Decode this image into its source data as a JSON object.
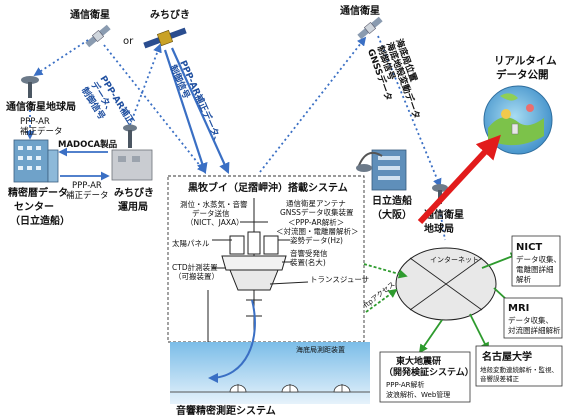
{
  "sats": {
    "left_comm": "通信衛星",
    "or": "or",
    "michibiki": "みちびき",
    "right_comm": "通信衛星"
  },
  "ground": {
    "comm_station_left": "通信衛星地球局",
    "ppp_ar_left": [
      "PPP-AR",
      "補正データ"
    ],
    "madoca": "MADOCA製品",
    "precise_orbit_center": [
      "精密暦データ",
      "センター",
      "（日立造船）"
    ],
    "ppp_ar_mid": [
      "PPP-AR",
      "補正データ"
    ],
    "michibiki_ops": [
      "みちびき",
      "運用局"
    ],
    "hitachi_osaka": [
      "日立造船",
      "（大阪）"
    ],
    "comm_station_right": [
      "通信衛星",
      "地球局"
    ]
  },
  "links": {
    "ppp_ar_corr_1": [
      "PPP-AR補正",
      "データ、",
      "制御信号"
    ],
    "ppp_ar_corr_2": [
      "PPP-AR補正データ、",
      "制御信号"
    ],
    "right_link": [
      "海底局位置",
      "海底地殻変動データ",
      "制御信号",
      "GNSSデータ"
    ],
    "realtime": [
      "リアルタイム",
      "データ公開"
    ],
    "internet": "インターネット",
    "ftp": "ftpアクセス"
  },
  "buoy": {
    "title": "黒牧ブイ（足摺岬沖）搭載システム",
    "obs_wave": [
      "測位・水蒸気・音響",
      "データ送信",
      "（NICT、JAXA）"
    ],
    "solar": "太陽パネル",
    "ctd": [
      "CTD計測装置",
      "（可搬装置）"
    ],
    "comm_antenna": [
      "通信衛星アンテナ",
      "GNSSデータ収集装置"
    ],
    "ppp_ar_analysis": [
      "＜PPP-AR解析＞",
      "＜対流圏・電離層解析＞",
      "姿勢データ(Hz)"
    ],
    "acoustic_unit": [
      "音響受発信",
      "装置(名大)"
    ],
    "transducer": "トランスジューサ"
  },
  "seafloor": {
    "station_label": "海底局測距装置",
    "system_title": "音響精密測距システム"
  },
  "institutions": {
    "nict": {
      "name": "NICT",
      "desc": [
        "データ収集、",
        "電離圏詳細",
        "解析"
      ]
    },
    "mri": {
      "name": "MRI",
      "desc": [
        "データ収集、",
        "対流圏詳細解析"
      ]
    },
    "nagoya": {
      "name": "名古屋大学",
      "desc": [
        "地殻変動連続解析・監視、",
        "音響誤差補正"
      ]
    },
    "eri": {
      "name": [
        "東大地震研",
        "（開発検証システム）"
      ],
      "desc": [
        "PPP-AR解析",
        "波浪解析、Web管理"
      ]
    }
  },
  "colors": {
    "blue": "#3a6fc4",
    "dark_blue": "#1f4fa0",
    "dotted_blue": "#3a6fc4",
    "green": "#2e9b2e",
    "red": "#e21b1b",
    "sea_top": "#7bbde8",
    "sea_bottom": "#dfeefa"
  }
}
